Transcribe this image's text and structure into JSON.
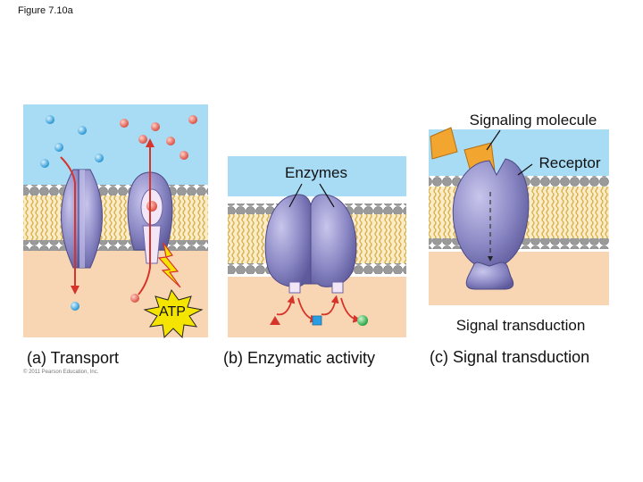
{
  "figure_label": "Figure 7.10a",
  "panels": {
    "transport": {
      "caption": "(a) Transport",
      "atp_label": "ATP"
    },
    "enzymatic": {
      "caption": "(b) Enzymatic activity",
      "enzymes_label": "Enzymes"
    },
    "signal": {
      "caption": "(c) Signal transduction",
      "signaling_molecule_label": "Signaling molecule",
      "receptor_label": "Receptor",
      "transduction_label": "Signal transduction"
    }
  },
  "copyright": "© 2011 Pearson Education, Inc.",
  "colors": {
    "extracellular": "#a8dcf5",
    "cytoplasm": "#f8d6b4",
    "protein": "#8a87c4",
    "lipid_head": "#9a9a9a",
    "lipid_tail": "#d9b14a",
    "atp_burst": "#f5e400",
    "arrow": "#d6342a"
  }
}
